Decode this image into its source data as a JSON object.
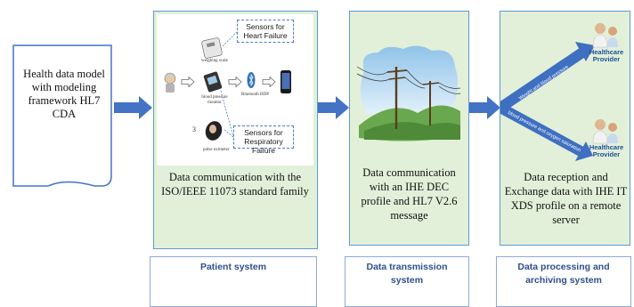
{
  "source_doc": {
    "text": "Health data model with modeling framework HL7 CDA"
  },
  "patient_panel": {
    "description": "Data communication with the ISO/IEEE 11073 standard family",
    "label": "Patient system",
    "sensor_heart": "Sensors for Heart Failure",
    "sensor_resp": "Sensors for Respiratory Failure",
    "device_scale": "weighing scale",
    "device_bp": "blood pressure monitor",
    "device_pulse": "pulse oximeter",
    "device_bt": "Bluetooth HDP"
  },
  "transmission_panel": {
    "description": "Data communication with an IHE DEC profile and HL7 V2.6 message",
    "label": "Data transmission system"
  },
  "processing_panel": {
    "description": "Data reception and Exchange data with IHE IT XDS profile on a remote server",
    "label": "Data processing and archiving system",
    "provider_top": "Healthcare Provider",
    "provider_bottom": "Healthcare Provider",
    "link_top": "Weight and blood pressure",
    "link_bottom": "blood pressure and oxygen saturation"
  },
  "colors": {
    "panel_fill": "#e2f0d9",
    "panel_border": "#5b9bd5",
    "arrow": "#4472c4",
    "label_text": "#2e4f8c"
  }
}
